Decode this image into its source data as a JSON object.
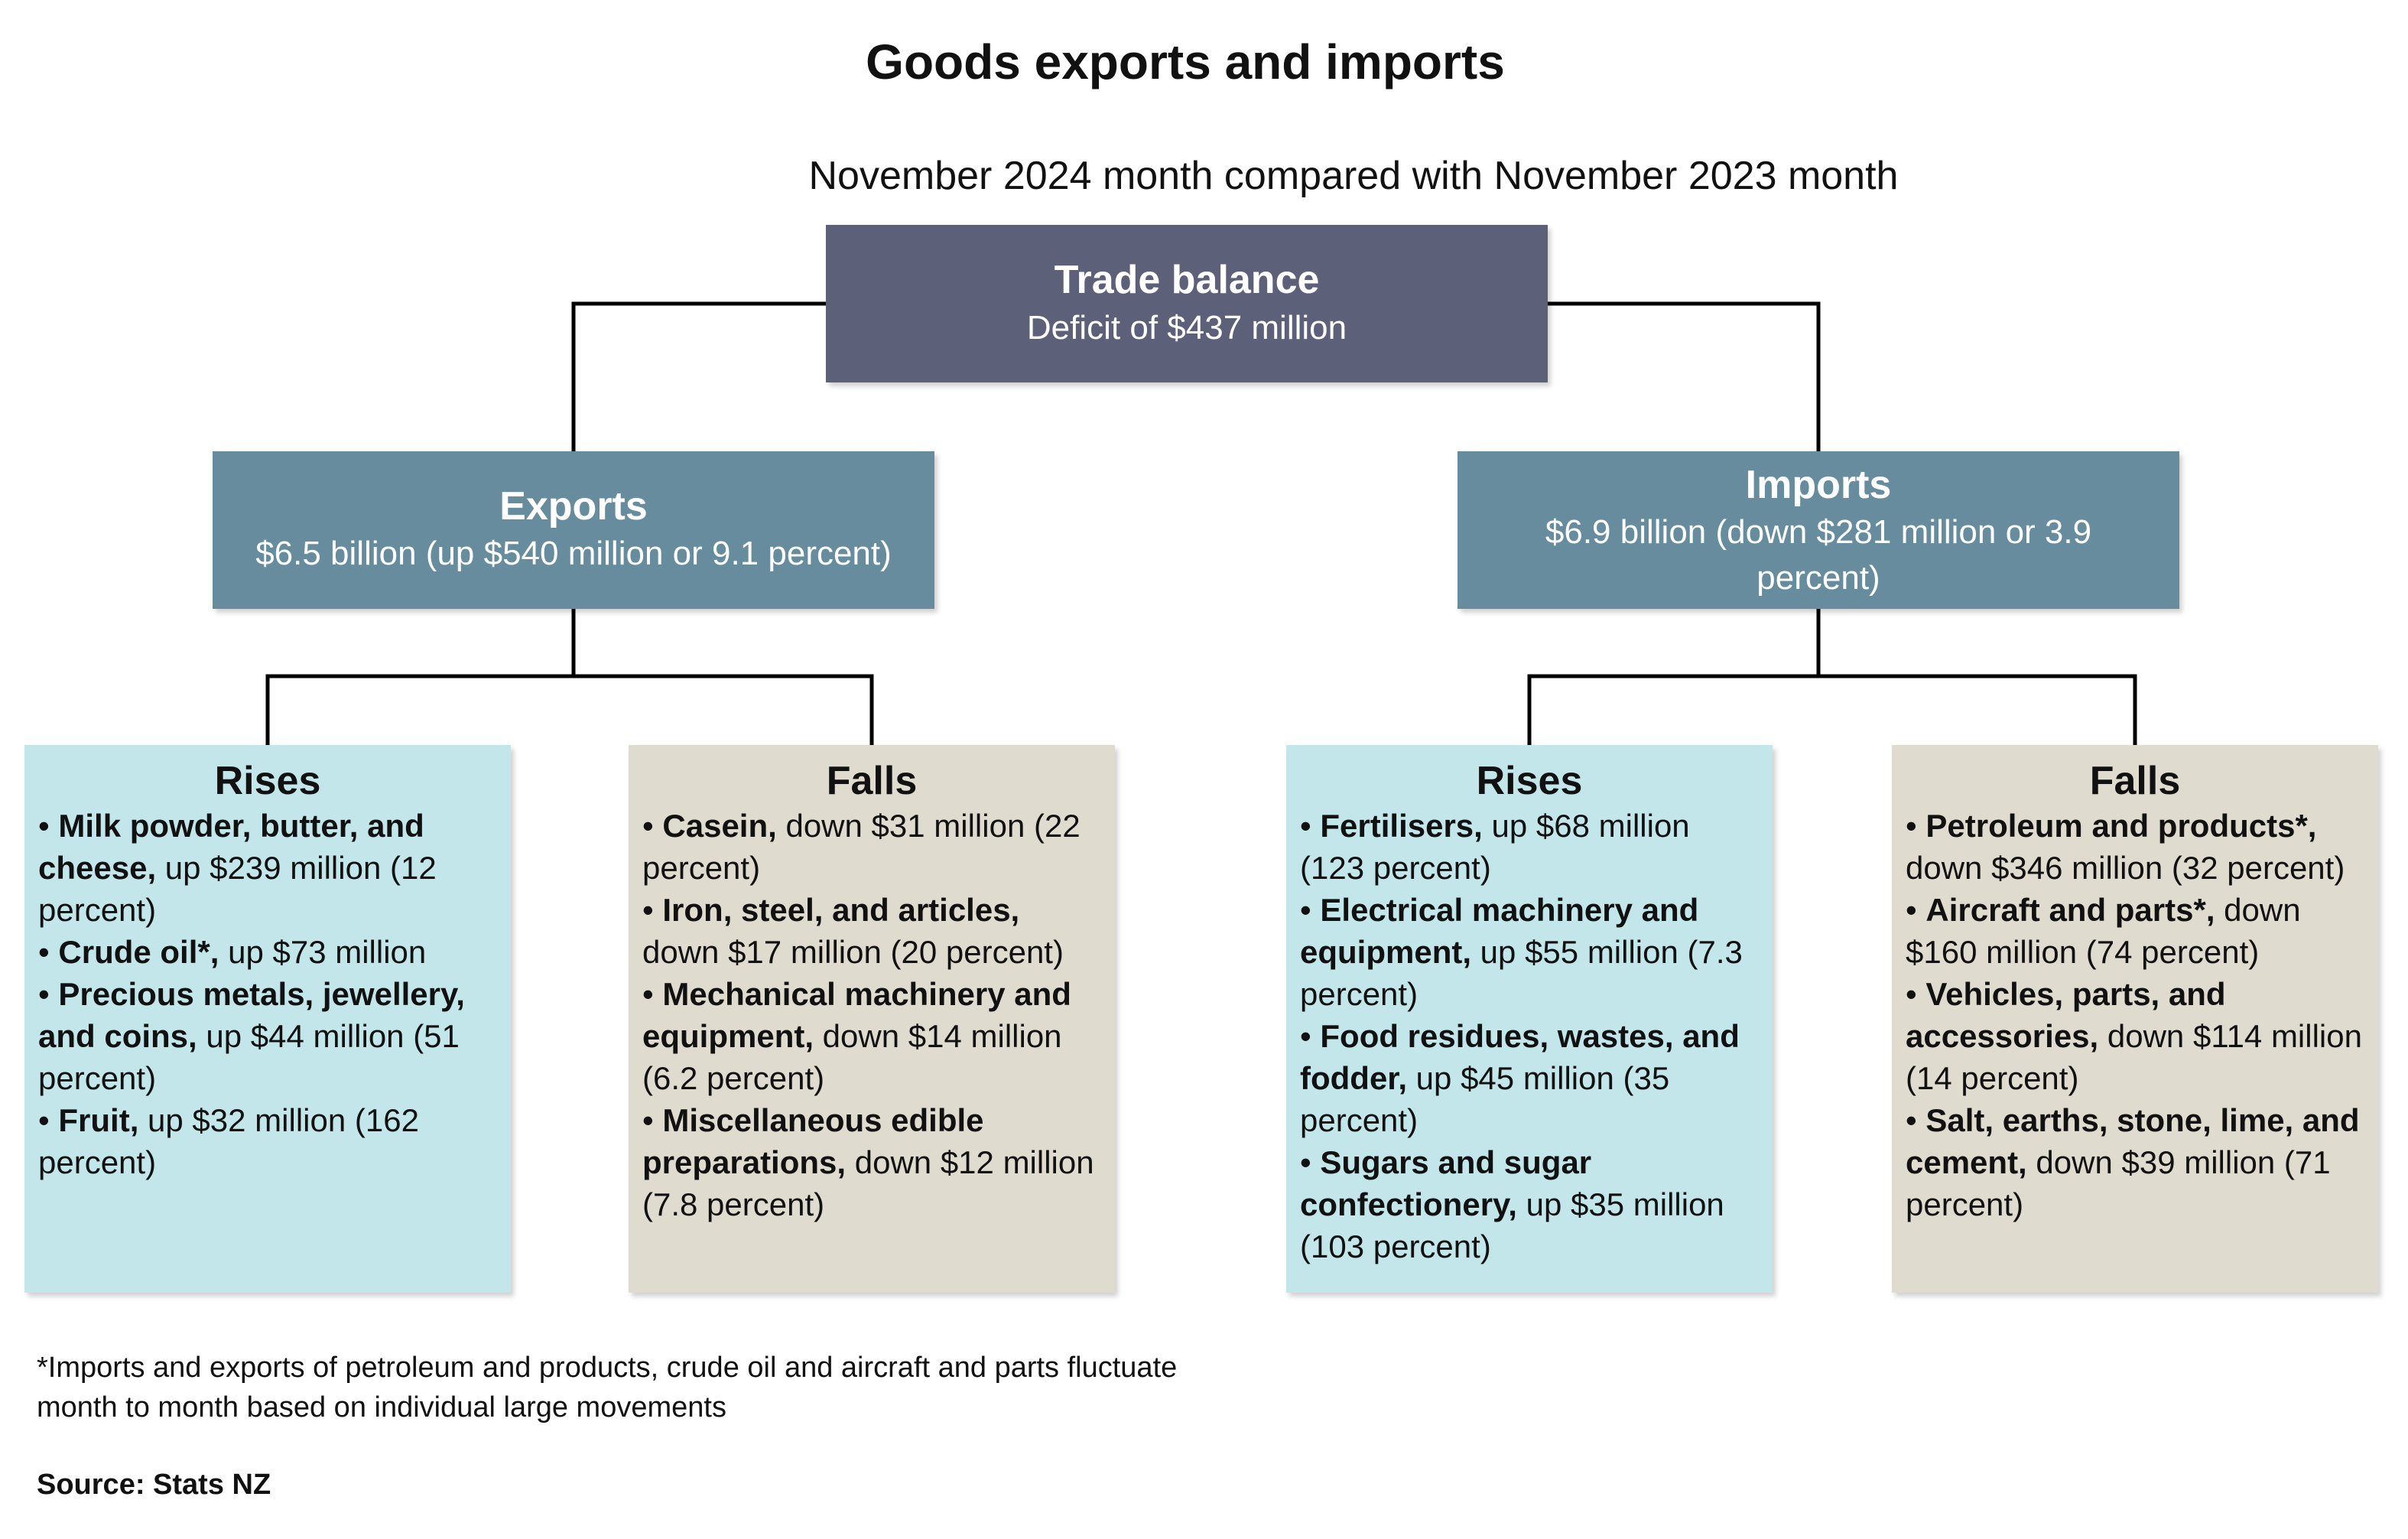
{
  "title": "Goods exports and imports",
  "subtitle": "November 2024 month compared with November 2023 month",
  "trade_balance": {
    "heading": "Trade balance",
    "value": "Deficit of $437 million"
  },
  "exports": {
    "heading": "Exports",
    "value": "$6.5 billion (up $540 million or 9.1 percent)",
    "rises": {
      "heading": "Rises",
      "items": [
        {
          "bold": "Milk powder, butter, and cheese,",
          "rest": " up $239 million (12 percent)"
        },
        {
          "bold": "Crude oil*,",
          "rest": " up $73 million"
        },
        {
          "bold": "Precious metals, jewellery, and coins,",
          "rest": " up $44 million (51 percent)"
        },
        {
          "bold": "Fruit,",
          "rest": " up $32 million (162 percent)"
        }
      ]
    },
    "falls": {
      "heading": "Falls",
      "items": [
        {
          "bold": "Casein,",
          "rest": " down $31 million (22 percent)"
        },
        {
          "bold": "Iron, steel, and articles,",
          "rest": " down $17 million (20 percent)"
        },
        {
          "bold": "Mechanical machinery and equipment,",
          "rest": " down $14 million (6.2 percent)"
        },
        {
          "bold": " Miscellaneous edible preparations,",
          "rest": " down $12 million (7.8 percent)"
        }
      ]
    }
  },
  "imports": {
    "heading": "Imports",
    "value": "$6.9 billion (down $281 million or 3.9 percent)",
    "rises": {
      "heading": "Rises",
      "items": [
        {
          "bold": " Fertilisers,",
          "rest": " up $68 million (123 percent)"
        },
        {
          "bold": "Electrical machinery and equipment,",
          "rest": " up $55 million (7.3 percent)"
        },
        {
          "bold": "Food residues, wastes, and fodder,",
          "rest": " up $45 million (35 percent)"
        },
        {
          "bold": "Sugars and sugar confectionery,",
          "rest": " up $35 million (103 percent)"
        }
      ]
    },
    "falls": {
      "heading": "Falls",
      "items": [
        {
          "bold": "Petroleum and products*,",
          "rest": " down $346 million (32 percent)"
        },
        {
          "bold": "Aircraft and parts*,",
          "rest": " down $160 million (74 percent)"
        },
        {
          "bold": "Vehicles, parts, and accessories,",
          "rest": " down $114 million (14 percent)"
        },
        {
          "bold": "Salt, earths, stone, lime, and cement,",
          "rest": " down $39 million (71 percent)"
        }
      ]
    }
  },
  "bullet": "•",
  "footnote": "*Imports and exports of petroleum and products, crude oil and aircraft and parts fluctuate month to month based on individual large movements",
  "source": "Source: Stats NZ",
  "colors": {
    "balance": "#5d6079",
    "category": "#668c9e",
    "rises": "#c2e6ea",
    "falls": "#dfdccf",
    "connector": "#000000"
  }
}
